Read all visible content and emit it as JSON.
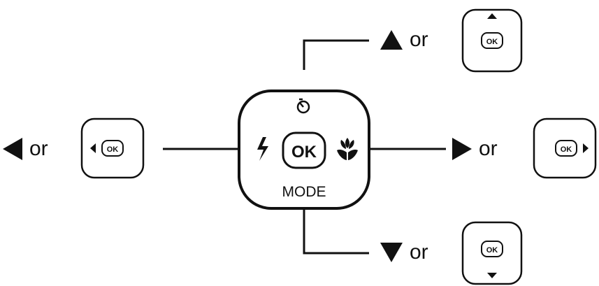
{
  "control_pad": {
    "center_label": "OK",
    "bottom_label": "MODE",
    "top_icon": "self-timer-icon",
    "left_icon": "flash-icon",
    "right_icon": "macro-flower-icon"
  },
  "directions": {
    "up": {
      "connector": "or",
      "mini_button_label": "OK"
    },
    "down": {
      "connector": "or",
      "mini_button_label": "OK"
    },
    "left": {
      "connector": "or",
      "mini_button_label": "OK"
    },
    "right": {
      "connector": "or",
      "mini_button_label": "OK"
    }
  },
  "colors": {
    "line": "#111111",
    "background": "#ffffff"
  }
}
